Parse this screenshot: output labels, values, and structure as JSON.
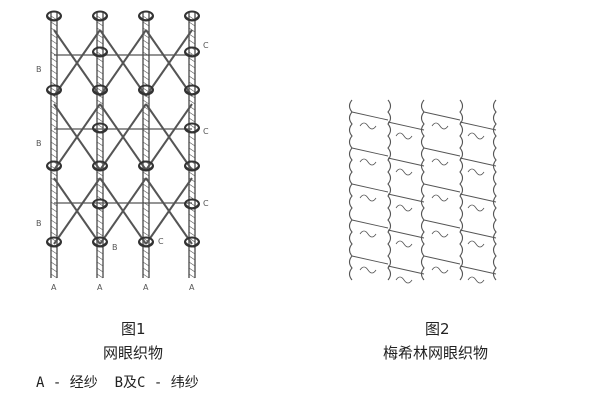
{
  "figure1": {
    "title": "图1",
    "subtitle": "网眼织物",
    "legend": "A - 经纱  B及C - 纬纱",
    "label_a": "A",
    "label_b": "B",
    "label_c": "C"
  },
  "figure2": {
    "title": "图2",
    "subtitle": "梅希林网眼织物"
  },
  "colors": {
    "ink": "#555555",
    "background": "#ffffff"
  }
}
